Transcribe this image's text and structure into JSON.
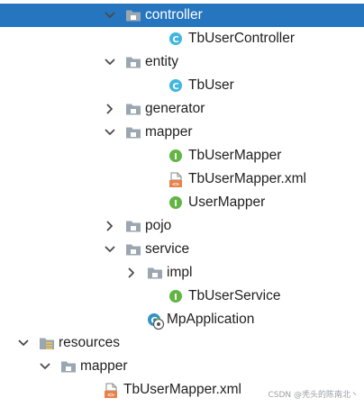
{
  "tree": [
    {
      "label": "controller",
      "type": "folder",
      "arrow": "down",
      "depth": 4,
      "selected": true
    },
    {
      "label": "TbUserController",
      "type": "class",
      "arrow": "none",
      "depth": 6,
      "selected": false
    },
    {
      "label": "entity",
      "type": "folder",
      "arrow": "down",
      "depth": 4,
      "selected": false
    },
    {
      "label": "TbUser",
      "type": "class",
      "arrow": "none",
      "depth": 6,
      "selected": false
    },
    {
      "label": "generator",
      "type": "folder",
      "arrow": "right",
      "depth": 4,
      "selected": false
    },
    {
      "label": "mapper",
      "type": "folder",
      "arrow": "down",
      "depth": 4,
      "selected": false
    },
    {
      "label": "TbUserMapper",
      "type": "interface",
      "arrow": "none",
      "depth": 6,
      "selected": false
    },
    {
      "label": "TbUserMapper.xml",
      "type": "xml",
      "arrow": "none",
      "depth": 6,
      "selected": false
    },
    {
      "label": "UserMapper",
      "type": "interface",
      "arrow": "none",
      "depth": 6,
      "selected": false
    },
    {
      "label": "pojo",
      "type": "folder",
      "arrow": "right",
      "depth": 4,
      "selected": false
    },
    {
      "label": "service",
      "type": "folder",
      "arrow": "down",
      "depth": 4,
      "selected": false
    },
    {
      "label": "impl",
      "type": "folder",
      "arrow": "right",
      "depth": 5,
      "selected": false
    },
    {
      "label": "TbUserService",
      "type": "interface",
      "arrow": "none",
      "depth": 6,
      "selected": false
    },
    {
      "label": "MpApplication",
      "type": "app",
      "arrow": "none",
      "depth": 5,
      "selected": false
    },
    {
      "label": "resources",
      "type": "resources",
      "arrow": "down",
      "depth": 0,
      "selected": false
    },
    {
      "label": "mapper",
      "type": "folder",
      "arrow": "down",
      "depth": 1,
      "selected": false
    },
    {
      "label": "TbUserMapper.xml",
      "type": "xml",
      "arrow": "none",
      "depth": 3,
      "selected": false
    }
  ],
  "watermark": "CSDN @秃头的陈南北丶",
  "colors": {
    "selection": "#2675bf",
    "folder": "#9aa7b0",
    "class_icon": "#40b6e0",
    "interface_icon": "#62b543",
    "xml_icon": "#e8824a",
    "run_icon": "#3592c4"
  }
}
